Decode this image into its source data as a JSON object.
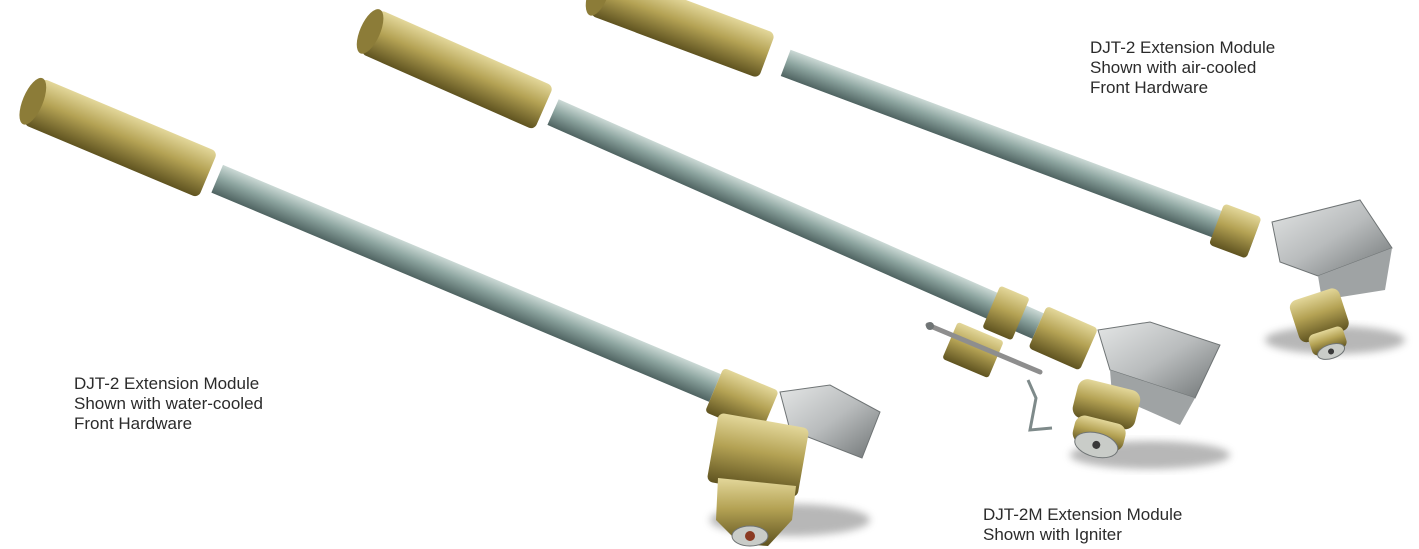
{
  "captions": {
    "air_cooled": {
      "line1": "DJT-2 Extension Module",
      "line2": "Shown with air-cooled",
      "line3": "Front Hardware"
    },
    "water_cooled": {
      "line1": "DJT-2 Extension Module",
      "line2": "Shown with water-cooled",
      "line3": "Front Hardware"
    },
    "igniter": {
      "line1": "DJT-2M Extension Module",
      "line2": "Shown with Igniter"
    }
  },
  "colors": {
    "brass": "#b4a254",
    "brass_dark": "#6f6126",
    "brass_light": "#e3d79a",
    "tube": "#8da5a0",
    "tube_light": "#cbd9d5",
    "tube_dark": "#5a6f6c",
    "steel": "#b9bcbd",
    "steel_dark": "#6f7475",
    "shadow": "#7d7d7d"
  }
}
